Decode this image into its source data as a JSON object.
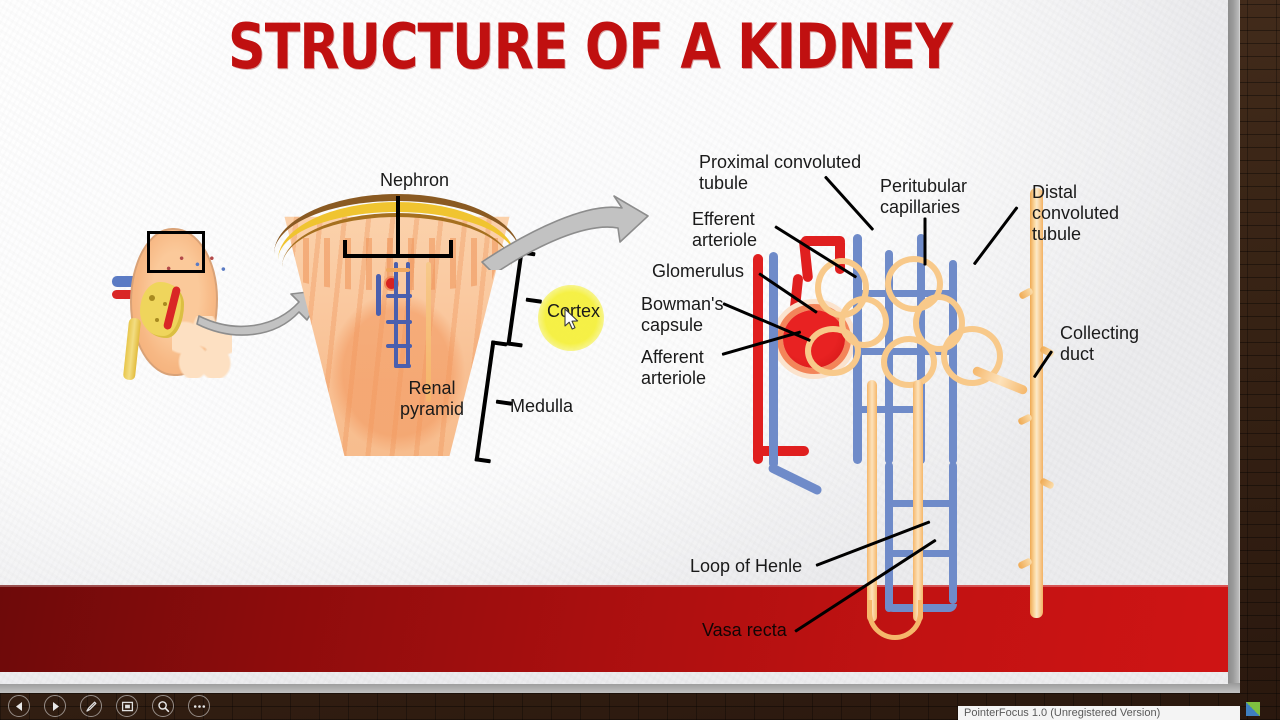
{
  "app": {
    "name": "PointerFocus",
    "watermark": "PointerFocus 1.0 (Unregistered Version)"
  },
  "slide": {
    "title": "STRUCTURE OF A KIDNEY",
    "title_color": "#c01010",
    "background_color": "#f0f0f2",
    "banner_color_left": "#6e0a0a",
    "banner_color_right": "#cf1414"
  },
  "diagram_left": {
    "name": "kidney-overview-and-renal-pyramid",
    "labels": {
      "nephron": "Nephron",
      "renal_pyramid": "Renal\npyramid",
      "cortex": "Cortex",
      "medulla": "Medulla"
    }
  },
  "diagram_right": {
    "name": "nephron-detail",
    "labels": {
      "proximal_convoluted_tubule": "Proximal convoluted\ntubule",
      "efferent_arteriole": "Efferent\narteriole",
      "glomerulus": "Glomerulus",
      "bowmans_capsule": "Bowman's\ncapsule",
      "afferent_arteriole": "Afferent\narteriole",
      "peritubular_capillaries": "Peritubular\ncapillaries",
      "distal_convoluted_tubule": "Distal\nconvoluted\ntubule",
      "collecting_duct": "Collecting\nduct",
      "loop_of_henle": "Loop of Henle",
      "vasa_recta": "Vasa recta"
    },
    "colors": {
      "artery": "#e01f1f",
      "vein": "#6f8bc9",
      "tubule": "#f8c98a",
      "glomerulus": "#d62222"
    }
  },
  "highlight": {
    "type": "spotlight",
    "color": "#f5f03c",
    "target_label": "Cortex"
  },
  "controls": {
    "buttons": [
      {
        "name": "previous-slide-button",
        "icon": "left-triangle-icon",
        "label": "Previous"
      },
      {
        "name": "next-slide-button",
        "icon": "right-triangle-icon",
        "label": "Next"
      },
      {
        "name": "pen-tool-button",
        "icon": "pen-icon",
        "label": "Pen"
      },
      {
        "name": "slide-view-button",
        "icon": "slide-icon",
        "label": "Slide view"
      },
      {
        "name": "zoom-button",
        "icon": "magnifier-icon",
        "label": "Zoom"
      },
      {
        "name": "more-options-button",
        "icon": "ellipsis-icon",
        "label": "More options"
      }
    ]
  }
}
